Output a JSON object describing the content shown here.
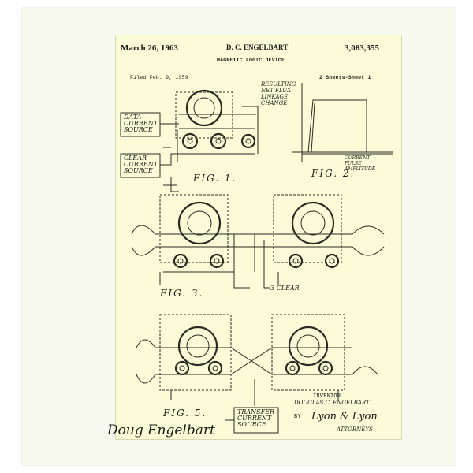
{
  "patent": {
    "date": "March 26, 1963",
    "inventor_header": "D. C. ENGELBART",
    "number": "3,083,355",
    "title": "MAGNETIC LOGIC DEVICE",
    "filed": "Filed Feb. 9, 1959",
    "sheets": "2 Sheets-Sheet 1"
  },
  "figures": {
    "fig1": "FIG. 1.",
    "fig2": "FIG. 2.",
    "fig3": "FIG. 3.",
    "fig5": "FIG. 5."
  },
  "labels": {
    "data_source": "DATA CURRENT SOURCE",
    "clear_source": "CLEAR CURRENT SOURCE",
    "transfer_source": "TRANSFER CURRENT SOURCE",
    "flux_label": "RESULTING NET FLUX LINKAGE CHANGE",
    "pulse_label": "CURRENT PULSE AMPLITUDE",
    "clear_line": "3 CLEAR"
  },
  "footer": {
    "inventor_caption": "INVENTOR.",
    "inventor_name": "DOUGLAS C. ENGELBART",
    "by": "BY",
    "attorneys": "ATTORNEYS",
    "signature": "Doug Engelbart",
    "attorney_signature": "Lyon & Lyon"
  },
  "colors": {
    "paper": "#fbfbd8",
    "mat": "#f7f8ee",
    "ink": "#2a2a22"
  }
}
